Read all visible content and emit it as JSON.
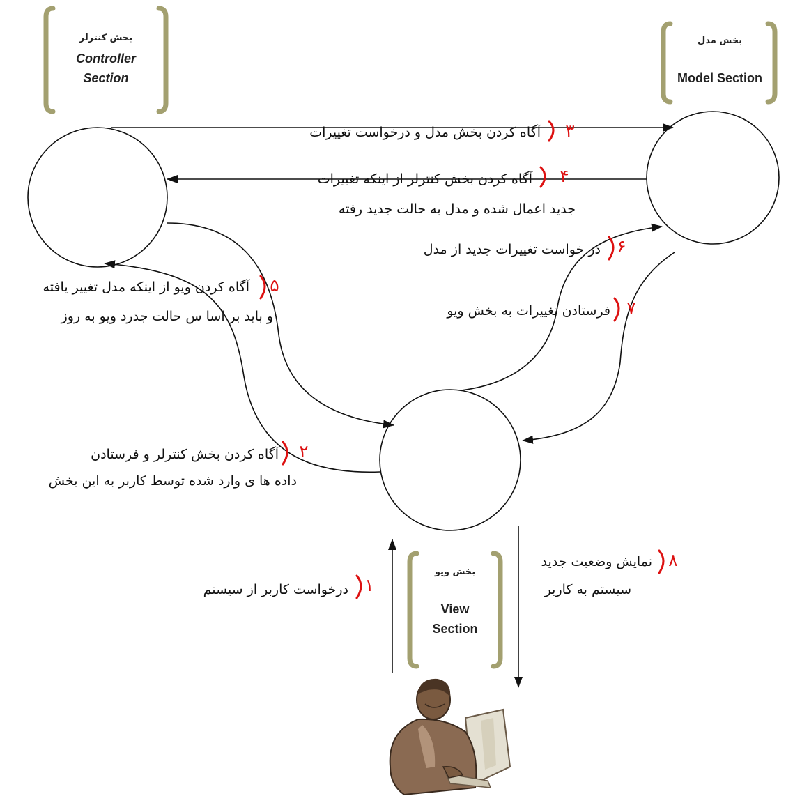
{
  "colors": {
    "bracket": "#a3a070",
    "line": "#111111",
    "step_number": "#dd1111",
    "figure_skin": "#7a5a40",
    "figure_light": "#e4e0d2"
  },
  "sections": {
    "controller": {
      "fa": "بخش کنترلر",
      "en_line1": "Controller",
      "en_line2": "Section"
    },
    "model": {
      "fa": "بخش مدل",
      "en_line1": "Model Section"
    },
    "view": {
      "fa": "بخش ویو",
      "en_line1": "View",
      "en_line2": "Section"
    }
  },
  "steps": [
    {
      "number": "۱",
      "lines": [
        "درخواست کاربر از سیستم"
      ]
    },
    {
      "number": "۲",
      "lines": [
        "آگاه کردن بخش کنترلر و فرستادن",
        "داده ها ی وارد شده توسط کاربر به این بخش"
      ]
    },
    {
      "number": "۳",
      "lines": [
        "آگاه کردن بخش مدل و درخواست تغییرات"
      ]
    },
    {
      "number": "۴",
      "lines": [
        "آگاه کردن بخش کنترلر از اینکه تغییرات",
        "جدید اعمال شده و مدل به حالت جدید رفته"
      ]
    },
    {
      "number": "۵",
      "lines": [
        "آگاه کردن ویو از اینکه مدل تغییر یافته",
        "و باید بر اسا س حالت جدرد ویو به روز"
      ]
    },
    {
      "number": "۶",
      "lines": [
        "در خواست تغییرات جدید از مدل"
      ]
    },
    {
      "number": "۷",
      "lines": [
        "فرستادن تغییرات به بخش ویو"
      ]
    },
    {
      "number": "۸",
      "lines": [
        "نمایش وضعیت جدید",
        "سیستم به کاربر"
      ]
    }
  ],
  "figure": {
    "icon": "user-at-computer-icon"
  }
}
